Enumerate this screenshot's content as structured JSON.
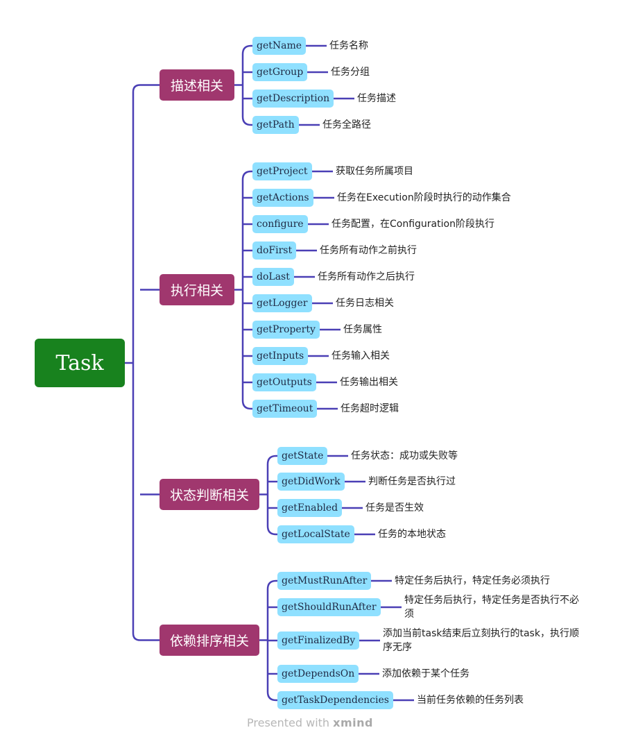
{
  "root": {
    "label": "Task"
  },
  "groups": [
    {
      "label": "描述相关",
      "items": [
        {
          "name": "getName",
          "desc": "任务名称"
        },
        {
          "name": "getGroup",
          "desc": "任务分组"
        },
        {
          "name": "getDescription",
          "desc": "任务描述"
        },
        {
          "name": "getPath",
          "desc": "任务全路径"
        }
      ]
    },
    {
      "label": "执行相关",
      "items": [
        {
          "name": "getProject",
          "desc": "获取任务所属项目"
        },
        {
          "name": "getActions",
          "desc": "任务在Execution阶段时执行的动作集合"
        },
        {
          "name": "configure",
          "desc": "任务配置，在Configuration阶段执行"
        },
        {
          "name": "doFirst",
          "desc": "任务所有动作之前执行"
        },
        {
          "name": "doLast",
          "desc": "任务所有动作之后执行"
        },
        {
          "name": "getLogger",
          "desc": "任务日志相关"
        },
        {
          "name": "getProperty",
          "desc": "任务属性"
        },
        {
          "name": "getInputs",
          "desc": "任务输入相关"
        },
        {
          "name": "getOutputs",
          "desc": "任务输出相关"
        },
        {
          "name": "getTimeout",
          "desc": "任务超时逻辑"
        }
      ]
    },
    {
      "label": "状态判断相关",
      "items": [
        {
          "name": "getState",
          "desc": "任务状态：成功或失败等"
        },
        {
          "name": "getDidWork",
          "desc": "判断任务是否执行过"
        },
        {
          "name": "getEnabled",
          "desc": "任务是否生效"
        },
        {
          "name": "getLocalState",
          "desc": "任务的本地状态"
        }
      ]
    },
    {
      "label": "依赖排序相关",
      "items": [
        {
          "name": "getMustRunAfter",
          "desc": "特定任务后执行，特定任务必须执行"
        },
        {
          "name": "getShouldRunAfter",
          "desc": "特定任务后执行，特定任务是否执行不必须"
        },
        {
          "name": "getFinalizedBy",
          "desc": "添加当前task结束后立刻执行的task，执行顺序无序"
        },
        {
          "name": "getDependsOn",
          "desc": "添加依赖于某个任务"
        },
        {
          "name": "getTaskDependencies",
          "desc": "当前任务依赖的任务列表"
        }
      ]
    }
  ],
  "footer": {
    "prefix": "Presented with",
    "brand": "xmind"
  },
  "colors": {
    "root": "#18821e",
    "group": "#a0376e",
    "leaf": "#8fe0ff",
    "line": "#4a3fb5"
  }
}
